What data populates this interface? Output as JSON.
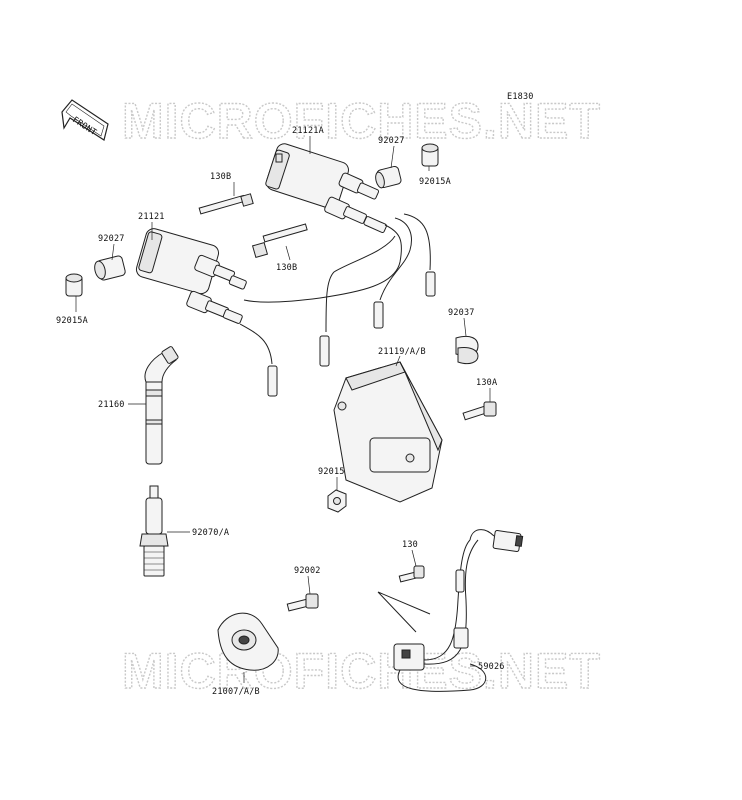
{
  "diagram_code": "E1830",
  "watermark": "MICROFICHES.NET",
  "front_arrow_label": "FRONT",
  "parts": {
    "coil_upper": "21121A",
    "coil_lower": "21121",
    "bolt_130b_upper": "130B",
    "bolt_130b_lower": "130B",
    "cap_92027_upper": "92027",
    "cap_92027_lower": "92027",
    "bushing_92015a_upper": "92015A",
    "bushing_92015a_lower": "92015A",
    "clamp_92037": "92037",
    "igniter": "21119/A/B",
    "bolt_130a": "130A",
    "nut_92015": "92015",
    "plug_cap": "21160",
    "spark_plug": "92070/A",
    "bolt_130": "130",
    "bolt_92002": "92002",
    "rotor": "21007/A/B",
    "pickup_coil": "59026"
  }
}
